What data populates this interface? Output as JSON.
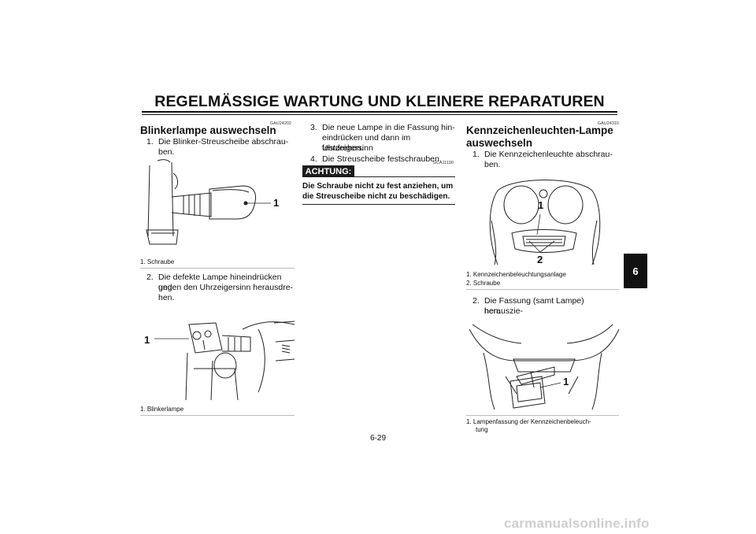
{
  "header": {
    "title": "REGELMÄSSIGE WARTUNG UND KLEINERE REPARATUREN"
  },
  "left": {
    "code": "GAU24202",
    "heading": "Blinkerlampe auswechseln",
    "step1": {
      "num": "1.",
      "line1": "Die Blinker-Streuscheibe abschrau-",
      "line2": "ben."
    },
    "fig1": {
      "callout": "1",
      "caption": "1.  Schraube"
    },
    "step2": {
      "num": "2.",
      "line1": "Die defekte Lampe hineindrücken und",
      "line2": "gegen den Uhrzeigersinn herausdre-",
      "line3": "hen."
    },
    "fig2": {
      "callout": "1",
      "caption": "1.  Blinkerlampe"
    }
  },
  "middle": {
    "step3": {
      "num": "3.",
      "line1": "Die neue Lampe in die Fassung hin-",
      "line2": "eindrücken und dann im Uhrzeigersinn",
      "line3": "festdrehen."
    },
    "step4": {
      "num": "4.",
      "line1": "Die Streuscheibe festschrauben."
    },
    "code": "GCA11190",
    "achtung": "ACHTUNG:",
    "warning_line1": "Die Schraube nicht zu fest anziehen, um",
    "warning_line2": "die Streuscheibe nicht zu beschädigen."
  },
  "right": {
    "code": "GAU24310",
    "heading_line1": "Kennzeichenleuchten-Lampe",
    "heading_line2": "auswechseln",
    "step1": {
      "num": "1.",
      "line1": "Die Kennzeichenleuchte abschrau-",
      "line2": "ben."
    },
    "fig1": {
      "callout1": "1",
      "callout2": "2",
      "caption1": "1.  Kennzeichenbeleuchtungsanlage",
      "caption2": "2.  Schraube"
    },
    "step2": {
      "num": "2.",
      "line1": "Die Fassung (samt Lampe) herauszie-",
      "line2": "hen."
    },
    "fig2": {
      "callout": "1",
      "caption_line1": "1.  Lampenfassung der Kennzeichenbeleuch-",
      "caption_line2": "tung"
    }
  },
  "section_tab": "6",
  "page_number": "6-29",
  "watermark": "carmanualsonline.info"
}
